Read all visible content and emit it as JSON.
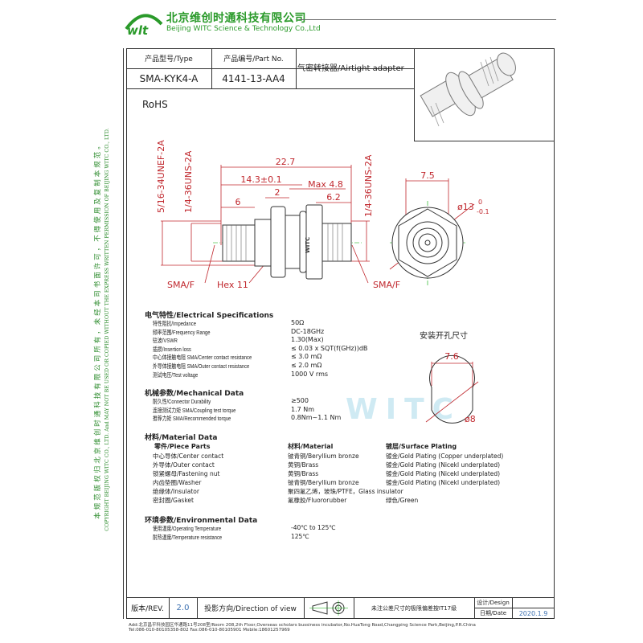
{
  "company": {
    "name_cn": "北京维创时通科技有限公司",
    "name_en": "Beijing WITC Science & Technology Co.,Ltd",
    "logo_text": "witc"
  },
  "header": {
    "type_label": "产品型号/Type",
    "type_value": "SMA-KYK4-A",
    "part_label": "产品编号/Part No.",
    "part_value": "4141-13-AA4",
    "description": "气密转接器/Airtight adapter"
  },
  "rohs": "RoHS",
  "drawing": {
    "dims": [
      "22.7",
      "14.3±0.1",
      "Max 4.8",
      "2",
      "6",
      "6.2",
      "7.5",
      "ø13"
    ],
    "tol_upper": "0",
    "tol_lower": "-0.1",
    "threads": [
      "5/16-34UNEF-2A",
      "1/4-36UNS-2A",
      "1/4-36UNS-2A"
    ],
    "callouts": [
      "SMA/F",
      "Hex 11",
      "SMA/F"
    ],
    "body_mark": "WITC",
    "mount_title": "安装开孔尺寸",
    "mount_dims": [
      "7.6",
      "ø8"
    ]
  },
  "watermark": "WITC",
  "electrical": {
    "title": "电气特性/Electrical Specifications",
    "rows": [
      {
        "label": "特性阻抗/Impedance",
        "value": "50Ω"
      },
      {
        "label": "频率范围/Frequency Range",
        "value": "DC-18GHz"
      },
      {
        "label": "驻波/VSWR",
        "value": "1.30(Max)"
      },
      {
        "label": "插损/Insertion loss",
        "value": "≤ 0.03 x SQT(f(GHz))dB"
      },
      {
        "label": "中心体接触电阻 SMA/Center contact resistance",
        "value": "≤ 3.0 mΩ"
      },
      {
        "label": "外导体接触电阻 SMA/Outer contact resistance",
        "value": "≤ 2.0 mΩ"
      },
      {
        "label": "测试电压/Test voltage",
        "value": "1000 V rms"
      }
    ]
  },
  "mechanical": {
    "title": "机械参数/Mechanical Data",
    "rows": [
      {
        "label": "耐久性/Connector Durability",
        "value": "≥500"
      },
      {
        "label": "连接测试力矩 SMA/Coupling test torque",
        "value": "1.7 Nm"
      },
      {
        "label": "推荐力矩 SMA/Recommended torque",
        "value": "0.8Nm~1.1 Nm"
      }
    ]
  },
  "material": {
    "title": "材料/Material Data",
    "headers": [
      "零件/Piece Parts",
      "材料/Material",
      "镀层/Surface Plating"
    ],
    "rows": [
      [
        "中心导体/Center contact",
        "铍青铜/Beryllium bronze",
        "镀金/Gold Plating (Copper underplated)"
      ],
      [
        "外导体/Outer contact",
        "黄铜/Brass",
        "镀金/Gold Plating (Nicekl underplated)"
      ],
      [
        "锁紧螺母/Fastening nut",
        "黄铜/Brass",
        "镀金/Gold Plating (Nicekl underplated)"
      ],
      [
        "内齿垫圈/Washer",
        "铍青铜/Beryllium bronze",
        "镀金/Gold Plating (Nicekl underplated)"
      ],
      [
        "绝缘体/Insulator",
        "聚四氟乙烯，玻珠/PTFE，Glass insulator",
        ""
      ],
      [
        "密封圈/Gasket",
        "氟橡胶/Fluororubber",
        "绿色/Green"
      ]
    ]
  },
  "environmental": {
    "title": "环境参数/Environmental Data",
    "rows": [
      {
        "label": "使用温度/Operating Temperature",
        "value": "-40℃  to 125℃"
      },
      {
        "label": "耐热温度/Temperature resistance",
        "value": "125℃"
      }
    ]
  },
  "footer_table": {
    "rev_label": "版本/REV.",
    "rev_value": "2.0",
    "view_label": "投影方向/Direction of view",
    "tolerance_note": "未注公差尺寸的极限偏差按IT17级",
    "design_label": "设计/Design",
    "design_value": "",
    "date_label": "日期/Date",
    "date_value": "2020.1.9"
  },
  "address": "Add:北京昌平科技园区华通路11号208室/Room 208,2th Floor,Overseas scholars bussiness incubator,No.HuaTong Road,Changping Science Park,Beijing,P.R.China",
  "contact": "Tel:086-010-80105358-802   Fax:086-010-80105901   Mobile:18601257969",
  "copyright": {
    "cn": "本规范版权归北京维创时通科技有限公司所有，未经本司书面许可，不得使用及复制本规范。",
    "en": "COPYRIGHT BEIJING WITC CO., LTD. And MAY NOT BE USED OR COPIED WITHOUT THE EXPRESS WRITTEN PERMISSION OF BEIJING WITC CO., LTD."
  },
  "colors": {
    "brand_green": "#2a9a2a",
    "dimension_red": "#c0272d",
    "value_blue": "#3a6fb0"
  }
}
